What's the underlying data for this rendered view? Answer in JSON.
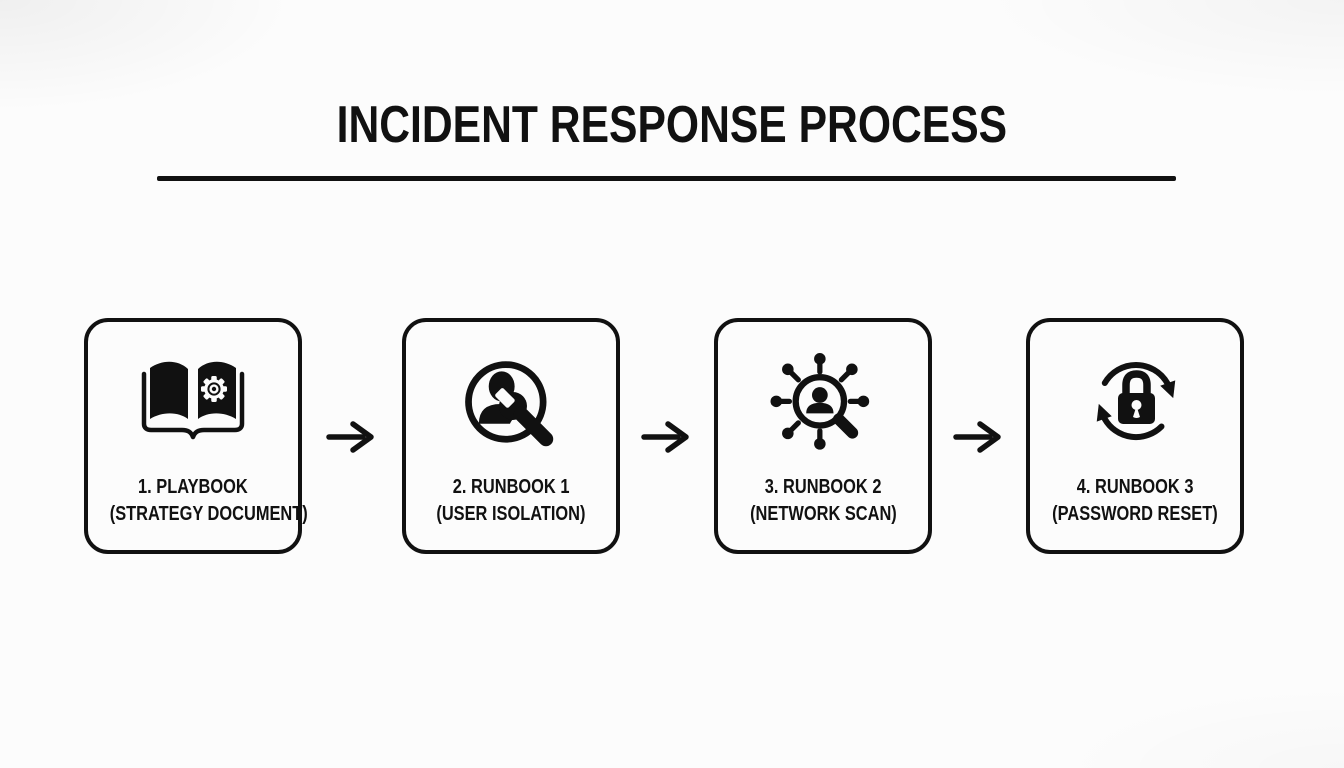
{
  "page": {
    "title": "INCIDENT RESPONSE PROCESS"
  },
  "colors": {
    "ink": "#111111",
    "background": "#fcfcfc"
  },
  "steps": [
    {
      "label": "1. PLAYBOOK",
      "sublabel": "(STRATEGY DOCUMENT)",
      "icon": "open-book-gear-icon"
    },
    {
      "label": "2. RUNBOOK 1",
      "sublabel": "(USER ISOLATION)",
      "icon": "user-wrench-icon"
    },
    {
      "label": "3. RUNBOOK 2",
      "sublabel": "(NETWORK SCAN)",
      "icon": "network-scan-icon"
    },
    {
      "label": "4. RUNBOOK 3",
      "sublabel": "(PASSWORD RESET)",
      "icon": "lock-refresh-icon"
    }
  ],
  "connectors": {
    "icon": "right-arrow-icon",
    "count": 3
  }
}
